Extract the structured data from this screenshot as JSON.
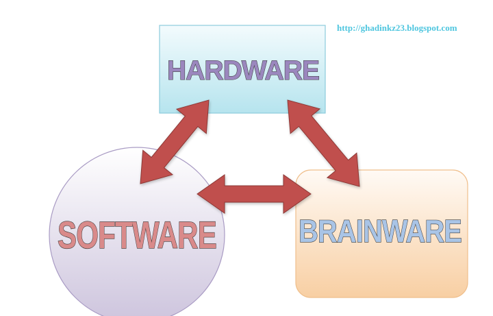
{
  "diagram": {
    "nodes": {
      "hardware": {
        "label": "HARDWARE",
        "text_color": "#9b87be",
        "fill_top": "#f3fbfd",
        "fill_bottom": "#b6e4ee",
        "border_color": "#8ccbdc"
      },
      "software": {
        "label": "SOFTWARE",
        "text_color": "#d98a8a",
        "fill_top": "#ffffff",
        "fill_bottom": "#cdc4dd",
        "border_color": "#a99bc4"
      },
      "brainware": {
        "label": "BRAINWARE",
        "text_color": "#a9c4e6",
        "fill_top": "#fffaf5",
        "fill_bottom": "#f8cfa3",
        "border_color": "#efbf8c"
      }
    },
    "arrows": [
      {
        "from": "software",
        "to": "hardware",
        "kind": "double-headed"
      },
      {
        "from": "hardware",
        "to": "brainware",
        "kind": "double-headed"
      },
      {
        "from": "software",
        "to": "brainware",
        "kind": "double-headed"
      }
    ],
    "arrow_fill": "#c0504d",
    "arrow_stroke": "#8c3836"
  },
  "watermark": {
    "url": "http://ghadinkz23.blogspot.com",
    "color": "#4fc6df"
  }
}
